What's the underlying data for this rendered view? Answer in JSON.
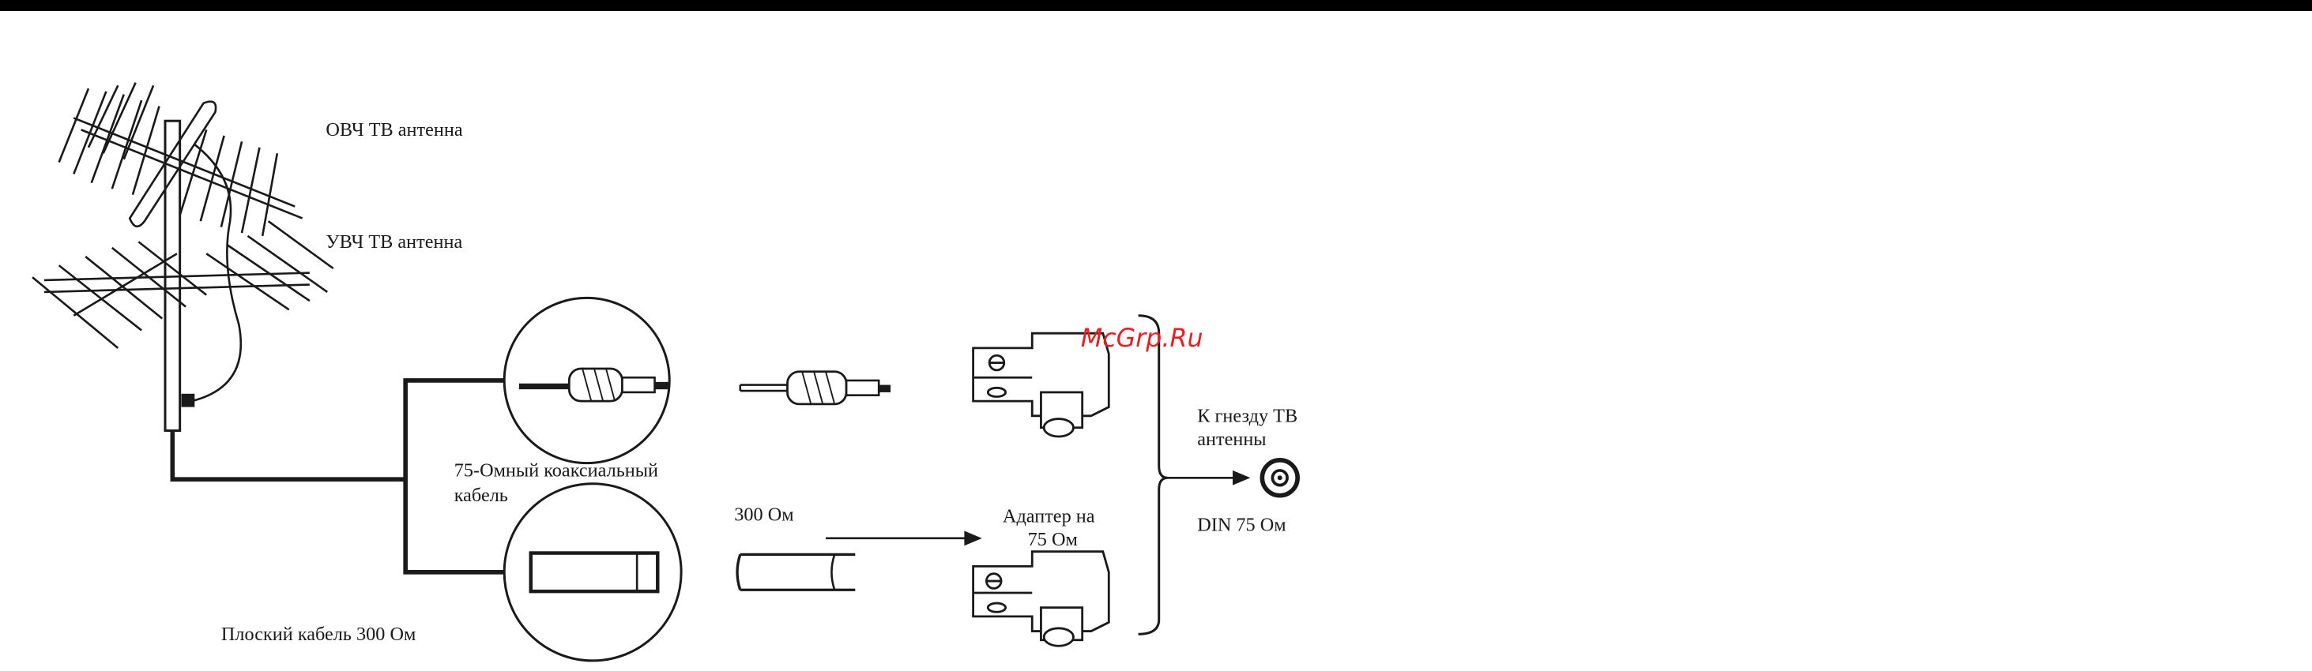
{
  "labels": {
    "vhf_antenna": "ОВЧ ТВ антенна",
    "uhf_antenna": "УВЧ ТВ антенна",
    "coax_cable_line1": "75-Омный коаксиальный",
    "coax_cable_line2": "кабель",
    "flat_cable": "Плоский кабель 300 Ом",
    "ohm_300": "300 Ом",
    "adapter_line1": "Адаптер на",
    "adapter_line2": "75 Ом",
    "to_socket_line1": "К гнезду ТВ",
    "to_socket_line2": "антенны",
    "din": "DIN 75 Ом"
  },
  "watermark": "McGrp.Ru",
  "colors": {
    "line": "#1a1a1a",
    "watermark": "#e02222",
    "topbar": "#000000"
  },
  "icons": [
    "antenna-icon",
    "coax-plug-icon",
    "flat-cable-icon",
    "adapter-icon",
    "din-socket-icon",
    "arrow-icon"
  ]
}
